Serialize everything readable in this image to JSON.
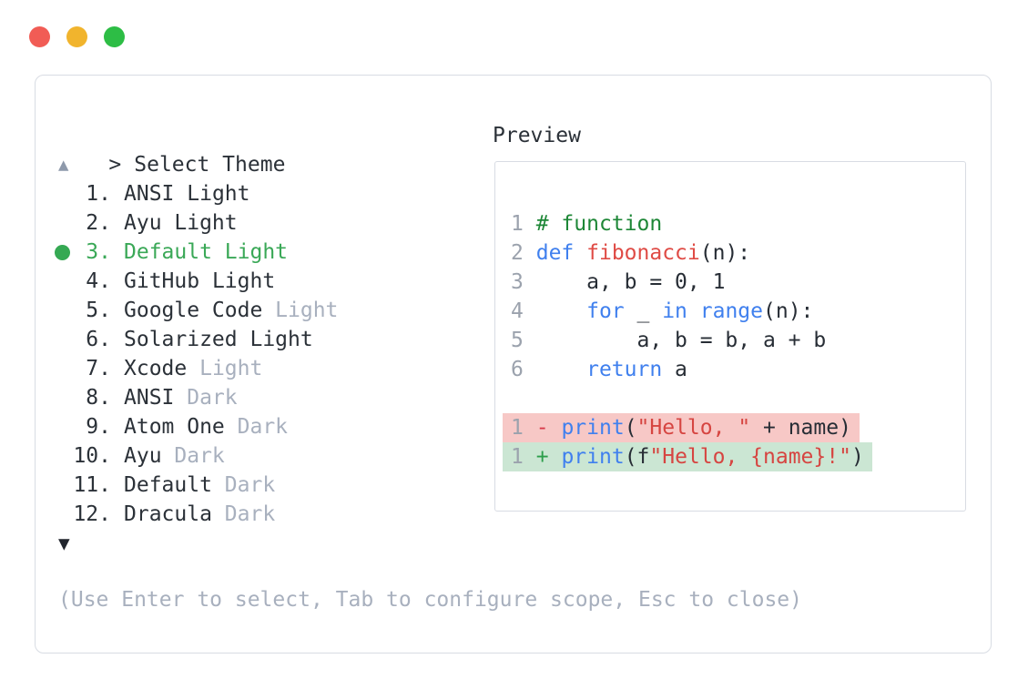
{
  "colors": {
    "accent_green": "#3aa857",
    "keyword_blue": "#4080ee",
    "string_red": "#d64541",
    "comment_green": "#1e8737",
    "diff_removed_bg": "#f7c8c6",
    "diff_added_bg": "#cbe6d3",
    "traffic_red": "#f15c55",
    "traffic_yellow": "#f1b42d",
    "traffic_green": "#2dbd45"
  },
  "picker": {
    "prompt_symbol": ">",
    "title": "Select Theme",
    "scroll_up_symbol": "▲",
    "scroll_down_symbol": "▼",
    "hint": "(Use Enter to select, Tab to configure scope, Esc to close)",
    "themes": [
      {
        "number": "1",
        "name": "ANSI",
        "variant": "Light",
        "muted_variant": false,
        "selected": false
      },
      {
        "number": "2",
        "name": "Ayu",
        "variant": "Light",
        "muted_variant": false,
        "selected": false
      },
      {
        "number": "3",
        "name": "Default",
        "variant": "Light",
        "muted_variant": false,
        "selected": true
      },
      {
        "number": "4",
        "name": "GitHub",
        "variant": "Light",
        "muted_variant": false,
        "selected": false
      },
      {
        "number": "5",
        "name": "Google Code",
        "variant": "Light",
        "muted_variant": true,
        "selected": false
      },
      {
        "number": "6",
        "name": "Solarized",
        "variant": "Light",
        "muted_variant": false,
        "selected": false
      },
      {
        "number": "7",
        "name": "Xcode",
        "variant": "Light",
        "muted_variant": true,
        "selected": false
      },
      {
        "number": "8",
        "name": "ANSI",
        "variant": "Dark",
        "muted_variant": true,
        "selected": false
      },
      {
        "number": "9",
        "name": "Atom One",
        "variant": "Dark",
        "muted_variant": true,
        "selected": false
      },
      {
        "number": "10",
        "name": "Ayu",
        "variant": "Dark",
        "muted_variant": true,
        "selected": false
      },
      {
        "number": "11",
        "name": "Default",
        "variant": "Dark",
        "muted_variant": true,
        "selected": false
      },
      {
        "number": "12",
        "name": "Dracula",
        "variant": "Dark",
        "muted_variant": true,
        "selected": false
      }
    ]
  },
  "preview": {
    "title": "Preview",
    "code_lines": [
      {
        "num": "1",
        "bg": null,
        "tokens": [
          {
            "t": " ",
            "c": "plain"
          },
          {
            "t": "# function",
            "c": "com"
          }
        ]
      },
      {
        "num": "2",
        "bg": null,
        "tokens": [
          {
            "t": " ",
            "c": "plain"
          },
          {
            "t": "def",
            "c": "kw"
          },
          {
            "t": " ",
            "c": "plain"
          },
          {
            "t": "fibonacci",
            "c": "fn"
          },
          {
            "t": "(n):",
            "c": "plain"
          }
        ]
      },
      {
        "num": "3",
        "bg": null,
        "tokens": [
          {
            "t": "     a, b = 0, 1",
            "c": "plain"
          }
        ]
      },
      {
        "num": "4",
        "bg": null,
        "tokens": [
          {
            "t": "     ",
            "c": "plain"
          },
          {
            "t": "for",
            "c": "kw"
          },
          {
            "t": " _ ",
            "c": "plain"
          },
          {
            "t": "in",
            "c": "kw"
          },
          {
            "t": " ",
            "c": "plain"
          },
          {
            "t": "range",
            "c": "kw"
          },
          {
            "t": "(n):",
            "c": "plain"
          }
        ]
      },
      {
        "num": "5",
        "bg": null,
        "tokens": [
          {
            "t": "         a, b = b, a + b",
            "c": "plain"
          }
        ]
      },
      {
        "num": "6",
        "bg": null,
        "tokens": [
          {
            "t": "     ",
            "c": "plain"
          },
          {
            "t": "return",
            "c": "kw"
          },
          {
            "t": " a",
            "c": "plain"
          }
        ]
      },
      {
        "num": "",
        "bg": null,
        "tokens": []
      },
      {
        "num": "1",
        "bg": "del",
        "tokens": [
          {
            "t": " ",
            "c": "plain"
          },
          {
            "t": "-",
            "c": "minus"
          },
          {
            "t": " ",
            "c": "plain"
          },
          {
            "t": "print",
            "c": "kw"
          },
          {
            "t": "(",
            "c": "plain"
          },
          {
            "t": "\"Hello, \"",
            "c": "str"
          },
          {
            "t": " + name)",
            "c": "plain"
          }
        ]
      },
      {
        "num": "1",
        "bg": "add",
        "tokens": [
          {
            "t": " ",
            "c": "plain"
          },
          {
            "t": "+",
            "c": "plus"
          },
          {
            "t": " ",
            "c": "plain"
          },
          {
            "t": "print",
            "c": "kw"
          },
          {
            "t": "(f",
            "c": "plain"
          },
          {
            "t": "\"Hello, {name}!\"",
            "c": "str"
          },
          {
            "t": ")",
            "c": "plain"
          }
        ]
      }
    ]
  }
}
